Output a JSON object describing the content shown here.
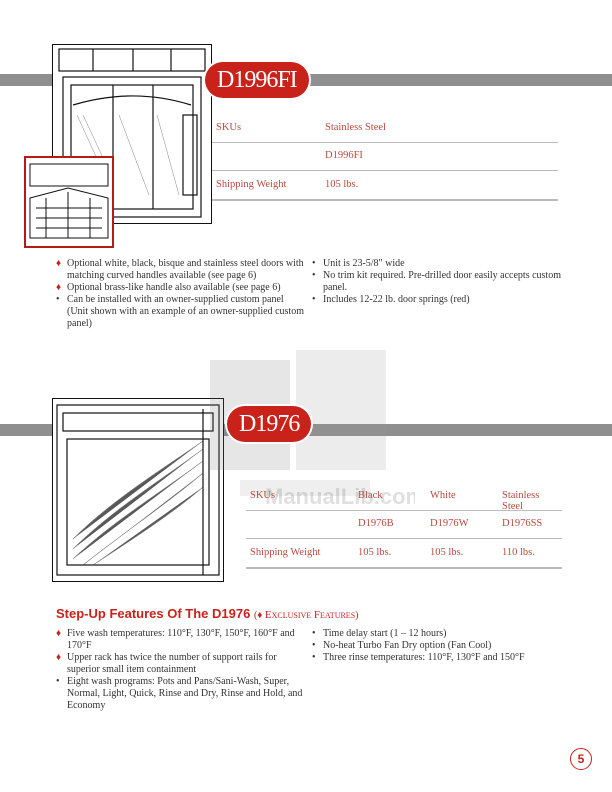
{
  "model1": {
    "badge": "D1996FI",
    "spec": {
      "header": [
        "SKUs",
        "Stainless Steel"
      ],
      "sku_row": [
        "",
        "D1996FI"
      ],
      "weight_row": [
        "Shipping Weight",
        "105 lbs."
      ]
    },
    "bullets_left": [
      {
        "marker": "diamond",
        "text": "Optional white, black, bisque and stainless steel doors with matching curved handles available (see page 6)"
      },
      {
        "marker": "diamond",
        "text": "Optional brass-like handle also available (see page 6)"
      },
      {
        "marker": "dot",
        "text": "Can be installed with an owner-supplied custom panel (Unit shown with an example of an owner-supplied custom panel)"
      }
    ],
    "bullets_right": [
      {
        "marker": "dot",
        "text": "Unit is 23-5/8\" wide"
      },
      {
        "marker": "dot",
        "text": "No trim kit required. Pre-drilled door easily accepts custom panel."
      },
      {
        "marker": "dot",
        "text": "Includes 12-22 lb. door springs (red)"
      }
    ]
  },
  "model2": {
    "badge": "D1976",
    "spec": {
      "header": [
        "SKUs",
        "Black",
        "White",
        "Stainless Steel"
      ],
      "sku_row": [
        "",
        "D1976B",
        "D1976W",
        "D1976SS"
      ],
      "weight_row": [
        "Shipping Weight",
        "105 lbs.",
        "105 lbs.",
        "110 lbs."
      ]
    }
  },
  "features": {
    "heading": "Step-Up Features Of The D1976",
    "exclusive_open": "(♦ ",
    "exclusive_label": "Exclusive Features",
    "exclusive_close": ")",
    "bullets_left": [
      {
        "marker": "diamond",
        "text": "Five wash temperatures: 110°F, 130°F, 150°F, 160°F and 170°F"
      },
      {
        "marker": "diamond",
        "text": "Upper rack has twice the number of support rails for superior small item containment"
      },
      {
        "marker": "dot",
        "text": "Eight wash programs: Pots and Pans/Sani-Wash, Super, Normal, Light, Quick, Rinse and Dry, Rinse and Hold, and Economy"
      }
    ],
    "bullets_right": [
      {
        "marker": "dot",
        "text": "Time delay start (1 – 12 hours)"
      },
      {
        "marker": "dot",
        "text": "No-heat Turbo Fan Dry option (Fan Cool)"
      },
      {
        "marker": "dot",
        "text": "Three rinse temperatures: 110°F, 130°F and 150°F"
      }
    ]
  },
  "watermark_text": "ManualLib.com",
  "page_number": "5",
  "colors": {
    "accent": "#c8221a",
    "band": "#8f8f8f",
    "spec_text": "#b84a3e"
  }
}
